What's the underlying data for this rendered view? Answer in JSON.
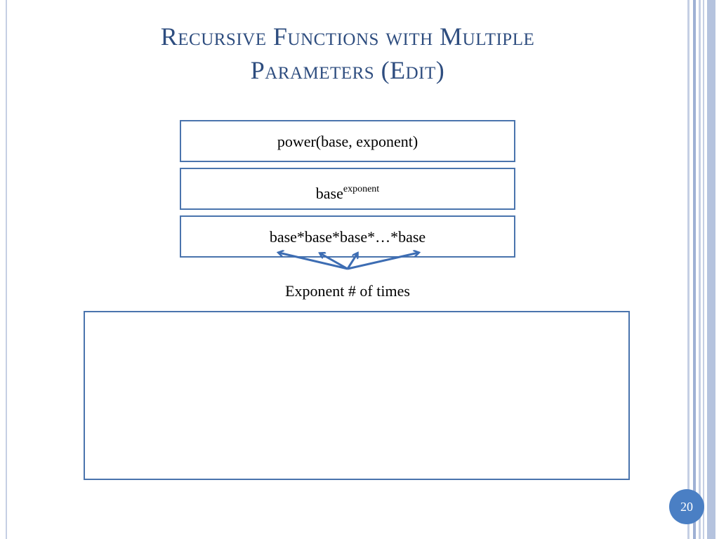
{
  "slide": {
    "title_line1": "Recursive Functions with Multiple",
    "title_line2": "Parameters (Edit)",
    "boxes": {
      "signature": "power(base, exponent)",
      "power_base": "base",
      "power_exponent": "exponent",
      "expansion": "base*base*base*…*base"
    },
    "caption": "Exponent # of times",
    "page_number": "20"
  },
  "colors": {
    "title": "#2e4d7f",
    "box_border": "#4a74ad",
    "arrow": "#3d6db3",
    "badge_background": "#4a7fc4",
    "badge_text": "#ffffff",
    "stripe_dark": "#9fb1d4",
    "stripe_light": "#c5cfe4"
  }
}
